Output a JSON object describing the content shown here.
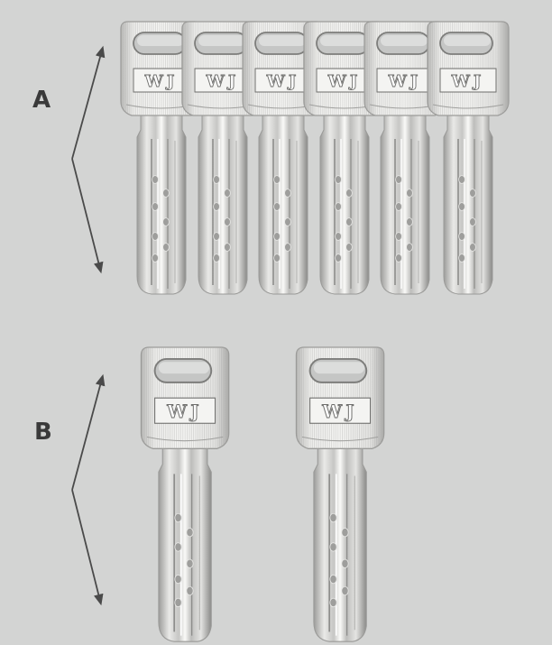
{
  "groups": [
    {
      "id": "A",
      "label": "A",
      "key_count": 6
    },
    {
      "id": "B",
      "label": "B",
      "key_count": 2
    }
  ],
  "key_head_text": "WJ",
  "colors": {
    "background": "#d3d4d3",
    "arrow": "#4a4a4a",
    "label": "#3a3a3a",
    "key_light": "#f2f2f0",
    "key_mid": "#c9c9c7",
    "key_dark": "#8d8d8b",
    "key_outline": "#9a9a98",
    "engraving": "#6d6d6b"
  },
  "icons": [
    "key-icon",
    "bracket-arrow-icon"
  ]
}
